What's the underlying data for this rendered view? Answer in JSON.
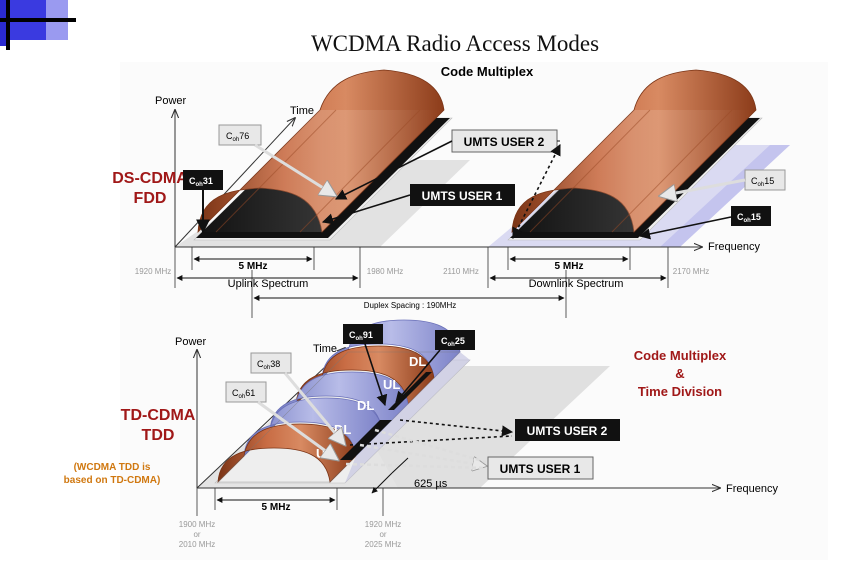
{
  "title": "WCDMA Radio Access Modes",
  "colors": {
    "accent_blue": "#3838c8",
    "dark_red": "#a01818",
    "orange_text": "#d07810",
    "copper": "#c8643c",
    "copper_dark": "#8a3a1c",
    "lavender": "#b8b8e8",
    "ts_blue": "#9aa0d8",
    "plane_gray": "#dcdcdc"
  },
  "fdd": {
    "subtitle": "Code Multiplex",
    "mode_line1": "DS-CDMA",
    "mode_line2": "FDD",
    "power_label": "Power",
    "time_label": "Time",
    "frequency_label": "Frequency",
    "coh76": {
      "c": "C",
      "sub": "oh",
      "num": "76"
    },
    "coh31": {
      "c": "C",
      "sub": "oh",
      "num": "31"
    },
    "coh15_box": {
      "c": "C",
      "sub": "oh",
      "num": "15"
    },
    "coh15_black": {
      "c": "C",
      "sub": "oh",
      "num": "15"
    },
    "user2": "UMTS USER 2",
    "user1": "UMTS USER 1",
    "freq_1920": "1920 MHz",
    "freq_1980": "1980 MHz",
    "freq_2110": "2110 MHz",
    "freq_2170": "2170 MHz",
    "bw_up": "5 MHz",
    "bw_down": "5 MHz",
    "uplink": "Uplink Spectrum",
    "downlink": "Downlink Spectrum",
    "duplex": "Duplex Spacing : 190MHz"
  },
  "tdd": {
    "mode_line1": "TD-CDMA",
    "mode_line2": "TDD",
    "note_line1": "(WCDMA TDD is",
    "note_line2": "based on TD-CDMA)",
    "power_label": "Power",
    "time_label": "Time",
    "frequency_label": "Frequency",
    "coh38": {
      "c": "C",
      "sub": "oh",
      "num": "38"
    },
    "coh61": {
      "c": "C",
      "sub": "oh",
      "num": "61"
    },
    "coh91": {
      "c": "C",
      "sub": "oh",
      "num": "91"
    },
    "coh25": {
      "c": "C",
      "sub": "oh",
      "num": "25"
    },
    "slots": [
      "DL",
      "UL",
      "DL",
      "DL",
      "UL"
    ],
    "user2": "UMTS USER 2",
    "user1": "UMTS USER 1",
    "right_line1": "Code Multiplex",
    "right_line2": "&",
    "right_line3": "Time Division",
    "slot_time": "625 µs",
    "bw": "5 MHz",
    "freq_left_1": "1900 MHz",
    "freq_left_or": "or",
    "freq_left_2": "2010 MHz",
    "freq_right_1": "1920 MHz",
    "freq_right_or": "or",
    "freq_right_2": "2025 MHz"
  }
}
